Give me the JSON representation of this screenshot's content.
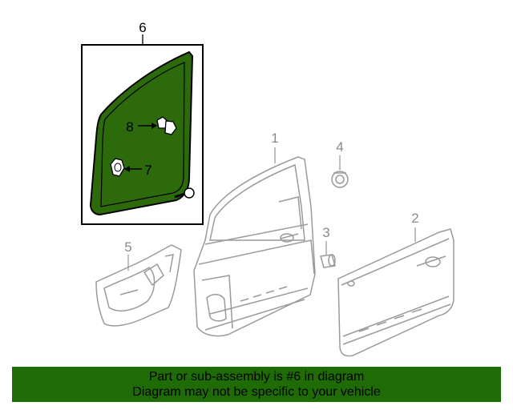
{
  "colors": {
    "banner_background": "#1f6b06",
    "highlight_fill": "#2d6a0c",
    "part_outline": "#9a9a9a",
    "frame_outline": "#000000"
  },
  "callouts": {
    "part_6": "6",
    "part_8": "8",
    "part_7": "7",
    "part_1": "1",
    "part_4": "4",
    "part_2": "2",
    "part_3": "3",
    "part_5": "5"
  },
  "banner": {
    "line1": "Part or sub-assembly is #6 in diagram",
    "line2": "Diagram may not be specific to your vehicle"
  }
}
